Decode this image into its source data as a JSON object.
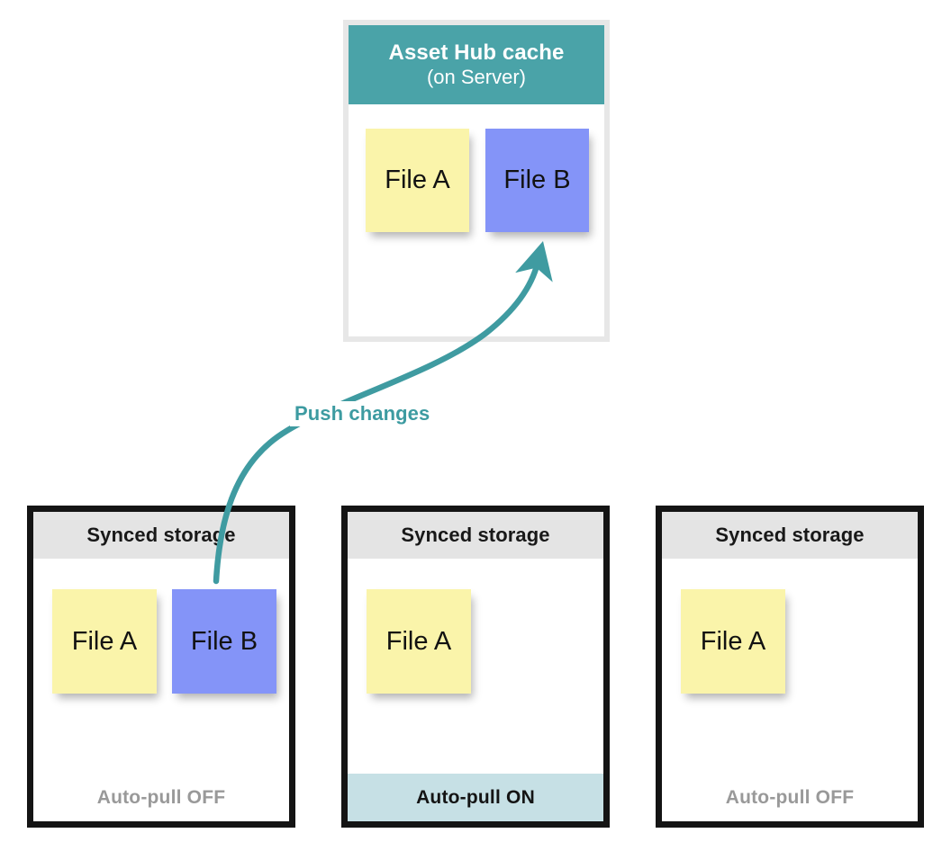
{
  "diagram": {
    "title_semantic": "asset-hub-sync-diagram",
    "colors": {
      "teal_header": "#4aa3a8",
      "teal_accent": "#3d9ba1",
      "teal_footer": "#c6e0e5",
      "note_yellow": "#faf4aa",
      "note_blue": "#8494f8",
      "gray_frame": "#e7e7e7",
      "gray_header": "#e4e4e4",
      "black_border": "#141414",
      "muted_text": "#999999"
    }
  },
  "hub": {
    "title": "Asset Hub cache",
    "subtitle": "(on Server)",
    "notes": [
      {
        "label": "File A",
        "color": "yellow"
      },
      {
        "label": "File B",
        "color": "blue"
      }
    ]
  },
  "arrow": {
    "label": "Push changes",
    "direction": "up",
    "from": "synced-storage-1-file-b",
    "to": "asset-hub-file-b"
  },
  "stores": [
    {
      "header": "Synced storage",
      "notes": [
        {
          "label": "File A",
          "color": "yellow"
        },
        {
          "label": "File B",
          "color": "blue"
        }
      ],
      "footer": "Auto-pull OFF",
      "footer_state": "off"
    },
    {
      "header": "Synced storage",
      "notes": [
        {
          "label": "File A",
          "color": "yellow"
        }
      ],
      "footer": "Auto-pull ON",
      "footer_state": "on"
    },
    {
      "header": "Synced storage",
      "notes": [
        {
          "label": "File A",
          "color": "yellow"
        }
      ],
      "footer": "Auto-pull OFF",
      "footer_state": "off"
    }
  ]
}
